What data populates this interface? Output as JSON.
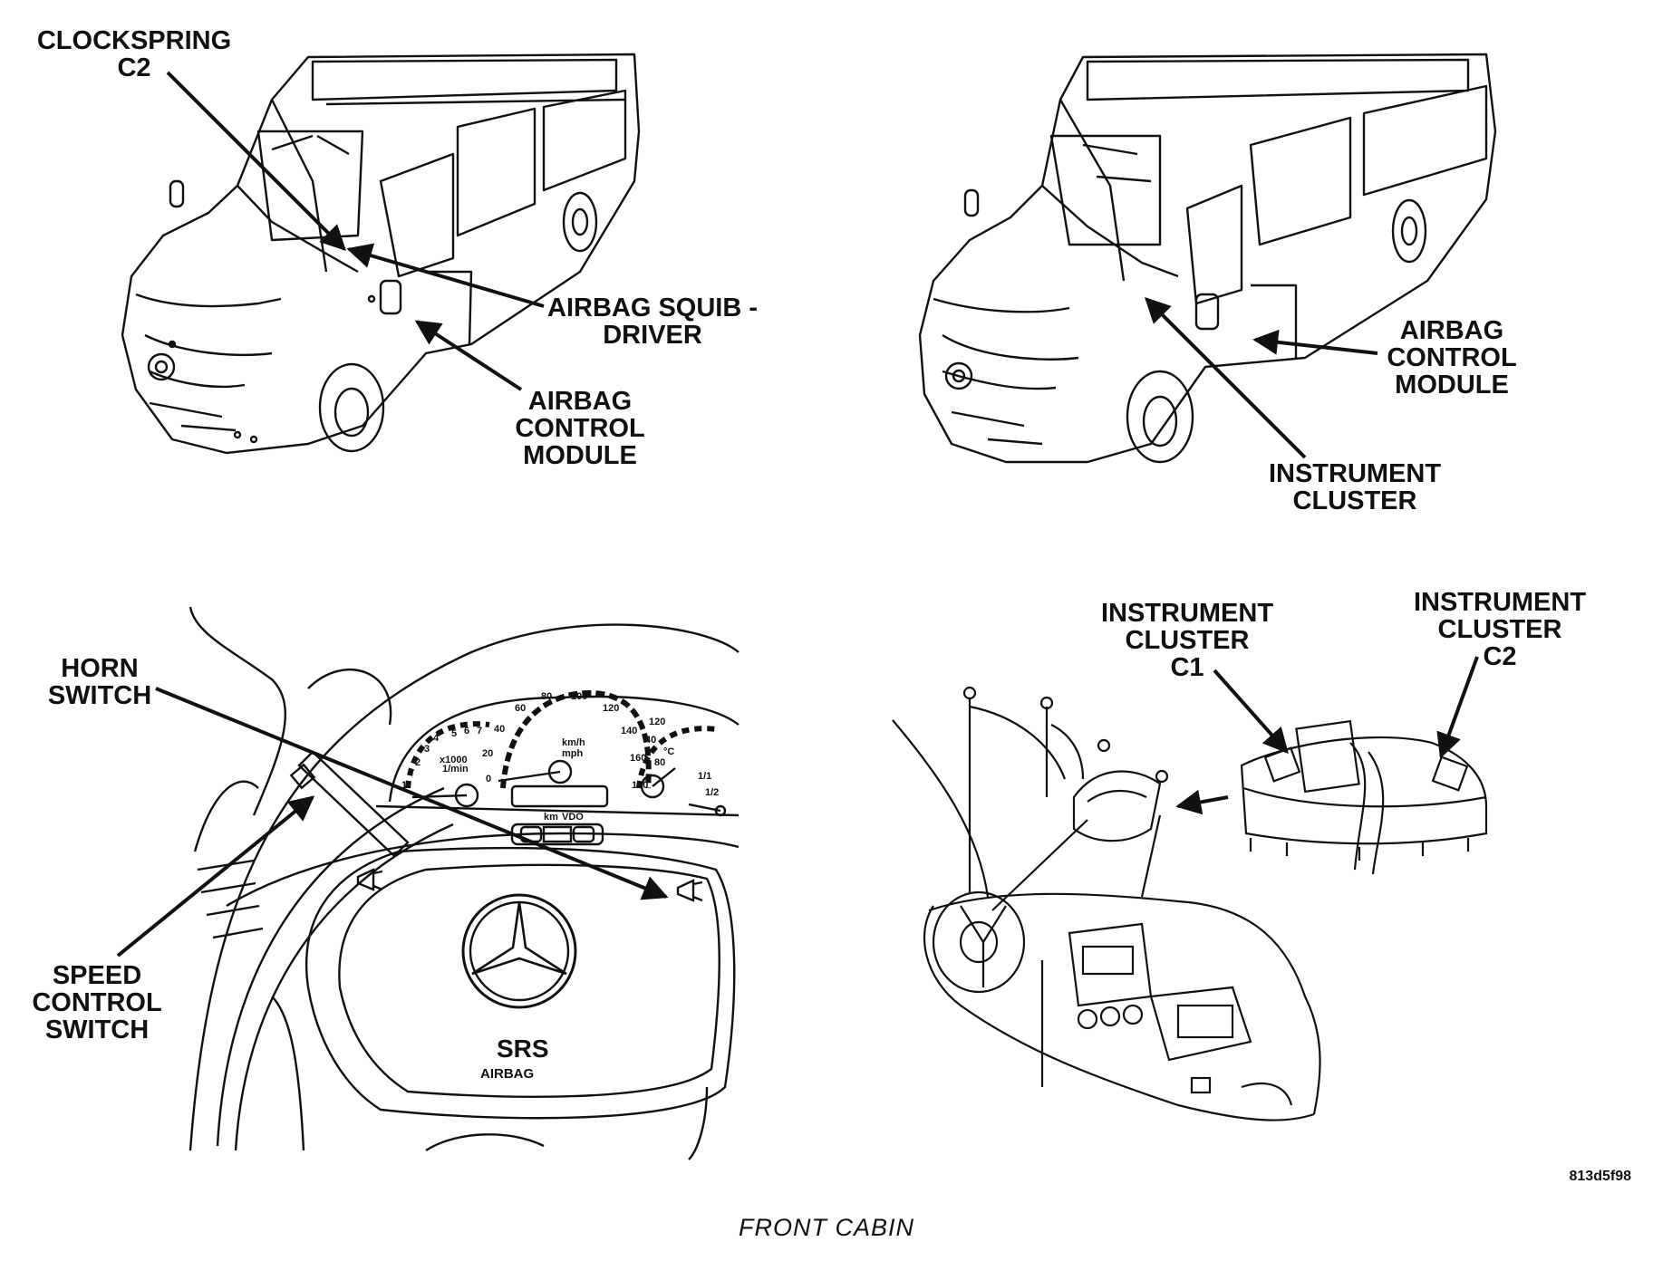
{
  "figure_id": "813d5f98",
  "caption": "FRONT CABIN",
  "panels": {
    "van_left": {
      "labels": {
        "clockspring": [
          "CLOCKSPRING",
          "C2"
        ],
        "airbag_squib": [
          "AIRBAG SQUIB -",
          "DRIVER"
        ],
        "airbag_module": [
          "AIRBAG",
          "CONTROL",
          "MODULE"
        ]
      }
    },
    "van_right": {
      "labels": {
        "airbag_module": [
          "AIRBAG",
          "CONTROL",
          "MODULE"
        ],
        "instrument_cluster": [
          "INSTRUMENT",
          "CLUSTER"
        ]
      }
    },
    "steering": {
      "labels": {
        "horn_switch": [
          "HORN",
          "SWITCH"
        ],
        "speed_control": [
          "SPEED",
          "CONTROL",
          "SWITCH"
        ]
      },
      "airbag_text": [
        "SRS",
        "AIRBAG"
      ],
      "gauge_text": {
        "tach": [
          "1",
          "2",
          "3",
          "4",
          "5",
          "6",
          "7",
          "x1000",
          "1/min"
        ],
        "speed": [
          "0",
          "20",
          "40",
          "60",
          "80",
          "100",
          "120",
          "140",
          "160",
          "180",
          "km/h",
          "mph"
        ],
        "temp": [
          "40",
          "80",
          "120",
          "°C"
        ],
        "fuel": [
          "1/1",
          "1/2"
        ],
        "odo": [
          "km",
          "VDO"
        ]
      }
    },
    "dash": {
      "labels": {
        "cluster_c1": [
          "INSTRUMENT",
          "CLUSTER",
          "C1"
        ],
        "cluster_c2": [
          "INSTRUMENT",
          "CLUSTER",
          "C2"
        ]
      }
    }
  }
}
